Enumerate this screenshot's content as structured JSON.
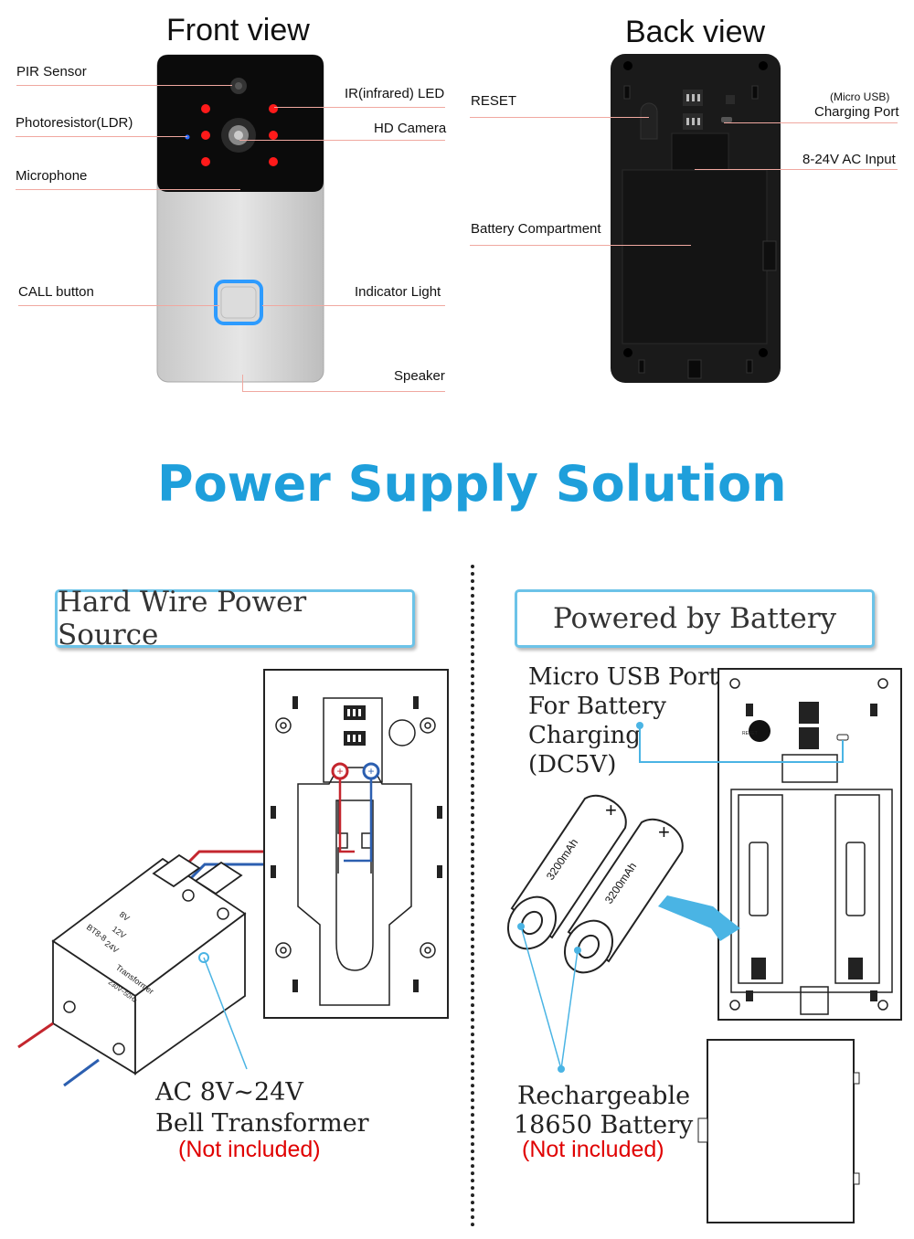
{
  "front": {
    "title": "Front view",
    "labels": {
      "pir": "PIR Sensor",
      "ldr": "Photoresistor(LDR)",
      "mic": "Microphone",
      "call": "CALL button",
      "ir": "IR(infrared) LED",
      "camera": "HD Camera",
      "indicator": "Indicator Light",
      "speaker": "Speaker"
    }
  },
  "back": {
    "title": "Back view",
    "labels": {
      "reset": "RESET",
      "micro_usb": "(Micro USB)",
      "charging": "Charging Port",
      "ac_input": "8-24V AC Input",
      "battery_compartment": "Battery Compartment"
    }
  },
  "power": {
    "title": "Power Supply Solution",
    "hardwire": {
      "heading": "Hard Wire Power Source",
      "transformer_line1": "AC 8V~24V",
      "transformer_line2": "Bell Transformer",
      "not_included": "(Not included)",
      "transformer_print": {
        "model": "BT8-8",
        "name": "Transformer",
        "v8": "8V",
        "v12": "12V",
        "v24": "24V",
        "input": "230V~50Hz"
      }
    },
    "battery": {
      "heading": "Powered by Battery",
      "usb_line1": "Micro USB Port",
      "usb_line2": "For Battery",
      "usb_line3": "Charging",
      "usb_line4": "(DC5V)",
      "cell_label": "3200mAh",
      "battery_line1": "Rechargeable",
      "battery_line2": "18650 Battery",
      "not_included": "(Not included)",
      "reset_print": "RESET"
    }
  },
  "colors": {
    "accent": "#1e9fdb",
    "box_border": "#6cc3e8",
    "callout_red": "#e00000",
    "leader_line": "#f0a8a0",
    "ir_led": "#ff1a1a",
    "call_ring": "#2d9bff"
  }
}
